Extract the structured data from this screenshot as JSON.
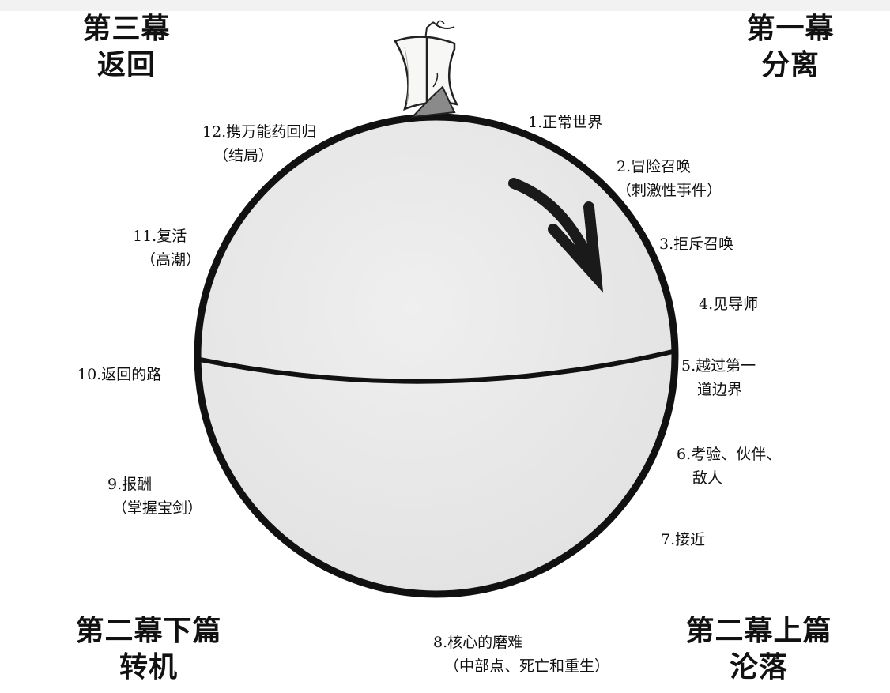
{
  "acts": {
    "act1": {
      "title": "第一幕",
      "subtitle": "分离"
    },
    "act2a": {
      "title": "第二幕上篇",
      "subtitle": "沦落"
    },
    "act2b": {
      "title": "第二幕下篇",
      "subtitle": "转机"
    },
    "act3": {
      "title": "第三幕",
      "subtitle": "返回"
    }
  },
  "stages": [
    {
      "name": "1.正常世界",
      "sub": ""
    },
    {
      "name": "2.冒险召唤",
      "sub": "（刺激性事件）"
    },
    {
      "name": "3.拒斥召唤",
      "sub": ""
    },
    {
      "name": "4.见导师",
      "sub": ""
    },
    {
      "name": "5.越过第一",
      "sub": "道边界"
    },
    {
      "name": "6.考验、伙伴、",
      "sub": "敌人"
    },
    {
      "name": "7.接近",
      "sub": ""
    },
    {
      "name": "8.核心的磨难",
      "sub": "（中部点、死亡和重生）"
    },
    {
      "name": "9.报酬",
      "sub": "（掌握宝剑）"
    },
    {
      "name": "10.返回的路",
      "sub": ""
    },
    {
      "name": "11.复活",
      "sub": "（高潮）"
    },
    {
      "name": "12.携万能药回归",
      "sub": "（结局）"
    }
  ],
  "colors": {
    "globe_fill": "#eaeaea",
    "outline": "#111111",
    "sail": "#f7f7f5",
    "hull": "#8a8a8a"
  },
  "icons": [
    "ship-icon",
    "clockwise-arrow-icon"
  ]
}
